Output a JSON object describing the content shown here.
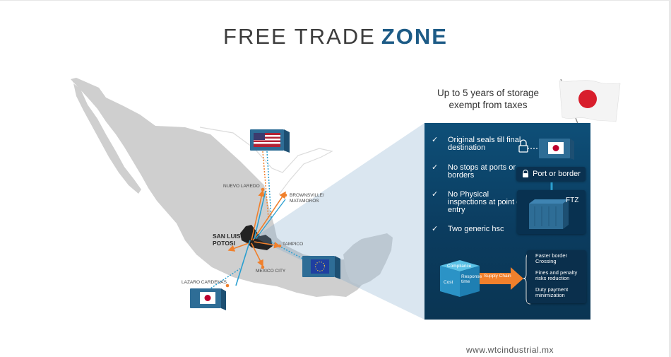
{
  "title": {
    "light": "FREE TRADE",
    "bold": "ZONE"
  },
  "map": {
    "labels": {
      "nuevo_laredo": "NUEVO LAREDO",
      "brownsville": "BROWNSVILLE/",
      "matamoros": "MATAMOROS",
      "slp_line1": "SAN LUIS",
      "slp_line2": "POTOSI",
      "tampico": "TAMPICO",
      "mexico_city": "MEXICO CITY",
      "lazaro": "LAZARO CARDENAS"
    }
  },
  "storage": {
    "line1": "Up to 5 years of storage",
    "line2": "exempt from taxes"
  },
  "panel": {
    "bullets": [
      "Original seals till final destination",
      "No stops at ports or borders",
      "No Physical inspections at point of entry",
      "Two generic hsc"
    ],
    "port_label": "Port or border",
    "ftz_label": "FTZ",
    "cube": {
      "top": "Compliance",
      "left": "Cost",
      "right": "Response time"
    },
    "arrow_label": "Supply Chain",
    "benefits": [
      "Faster border Crossing",
      "Fines and penalty risks reduction",
      "Duty payment minimization"
    ]
  },
  "colors": {
    "panel": "#0b3c5f",
    "accent_orange": "#f0802c",
    "accent_teal": "#2b9fd0",
    "map_grey": "#cfcfcf",
    "title_blue": "#1d5b86"
  },
  "footer": {
    "website": "www.wtcindustrial.mx"
  }
}
